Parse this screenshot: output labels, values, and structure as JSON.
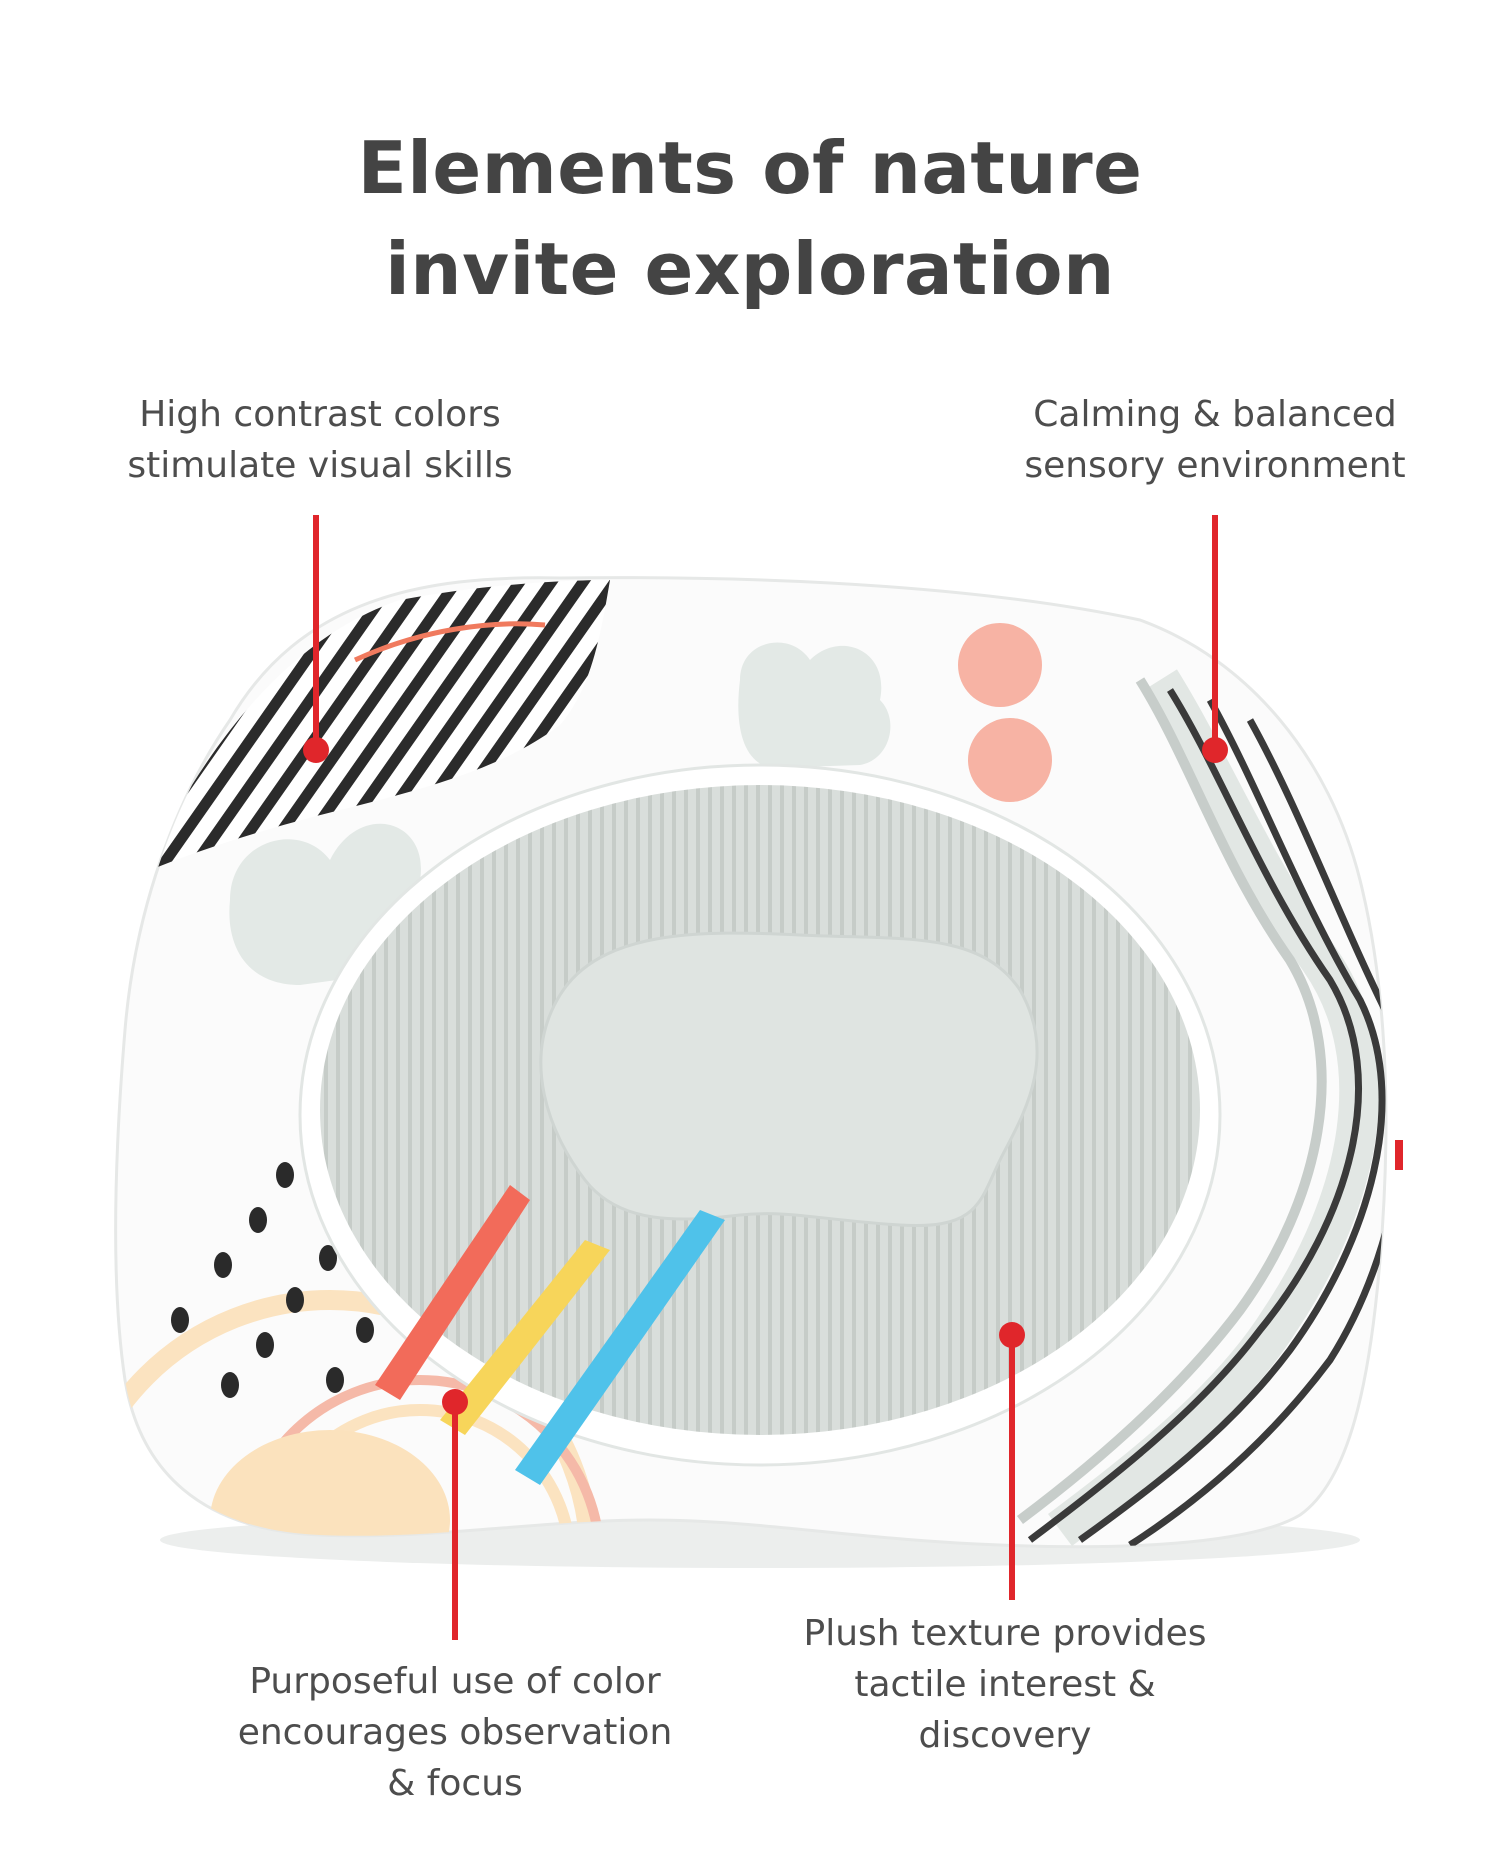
{
  "title": {
    "line1": "Elements of nature",
    "line2": "invite exploration"
  },
  "callouts": {
    "top_left": {
      "line1": "High contrast colors",
      "line2": "stimulate visual skills"
    },
    "top_right": {
      "line1": "Calming & balanced",
      "line2": "sensory environment"
    },
    "bottom_left": {
      "line1": "Purposeful use of color",
      "line2": "encourages observation",
      "line3": "& focus"
    },
    "bottom_right": {
      "line1": "Plush texture provides",
      "line2": "tactile interest &",
      "line3": "discovery"
    }
  },
  "colors": {
    "accent_red": "#e0262b",
    "title_text": "#444444",
    "body_text": "#4d4d4d"
  }
}
